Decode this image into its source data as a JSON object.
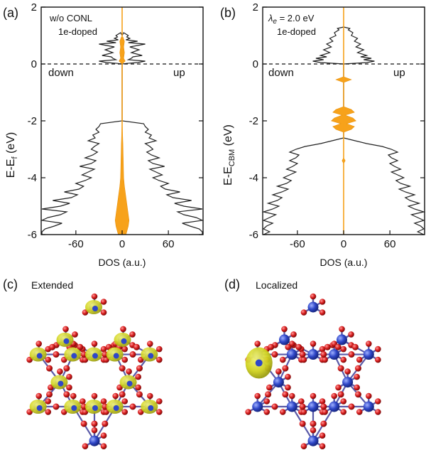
{
  "colors": {
    "total_line": "#222222",
    "orbital_fill": "#f7a21b",
    "orbital_line": "#e8900a",
    "si_atom": "#2f47c8",
    "o_atom": "#d91e1e",
    "isosurface": "#d4d628",
    "bond": "#5a5aa8"
  },
  "panels": {
    "a": {
      "label": "(a)",
      "note_line1": "w/o CONL",
      "note_line2": "1e-doped",
      "left_word": "down",
      "right_word": "up",
      "ylabel_main": "E-E",
      "ylabel_sub": "f",
      "ylabel_unit": " (eV)"
    },
    "b": {
      "label": "(b)",
      "note_symbol": "λ",
      "note_sub": "e",
      "note_rest": " = 2.0 eV",
      "note_line2": "1e-doped",
      "left_word": "down",
      "right_word": "up",
      "ylabel_main": "E-E",
      "ylabel_sub": "CBM",
      "ylabel_unit": " (eV)"
    },
    "c": {
      "label": "(c)",
      "title": "Extended"
    },
    "d": {
      "label": "(d)",
      "title": "Localized"
    }
  },
  "chart_data": [
    {
      "type": "area",
      "panel": "a",
      "xlabel": "DOS (a.u.)",
      "ylabel": "E-Ef (eV)",
      "xlim": [
        -105,
        105
      ],
      "ylim": [
        -6,
        2
      ],
      "xticks": [
        -60,
        0,
        60
      ],
      "yticks": [
        -6,
        -4,
        -2,
        0,
        2
      ],
      "fermi_line": 0,
      "series": [
        {
          "role": "total",
          "points": [
            [
              1.0,
              0
            ],
            [
              1.1,
              2
            ],
            [
              1.0,
              8
            ],
            [
              0.95,
              6
            ],
            [
              0.9,
              10
            ],
            [
              0.85,
              5
            ],
            [
              0.8,
              20
            ],
            [
              0.75,
              8
            ],
            [
              0.7,
              30
            ],
            [
              0.6,
              10
            ],
            [
              0.5,
              22
            ],
            [
              0.4,
              12
            ],
            [
              0.3,
              26
            ],
            [
              0.25,
              14
            ],
            [
              0.2,
              12
            ],
            [
              0.15,
              8
            ],
            [
              0.1,
              30
            ],
            [
              0.05,
              20
            ],
            [
              0.02,
              6
            ],
            [
              0.0,
              0
            ],
            [
              -2.0,
              0
            ],
            [
              -2.1,
              28
            ],
            [
              -2.2,
              30
            ],
            [
              -2.3,
              34
            ],
            [
              -2.4,
              30
            ],
            [
              -2.5,
              38
            ],
            [
              -2.6,
              35
            ],
            [
              -2.7,
              44
            ],
            [
              -2.8,
              30
            ],
            [
              -2.9,
              36
            ],
            [
              -3.0,
              40
            ],
            [
              -3.1,
              32
            ],
            [
              -3.2,
              38
            ],
            [
              -3.3,
              48
            ],
            [
              -3.4,
              34
            ],
            [
              -3.5,
              40
            ],
            [
              -3.6,
              55
            ],
            [
              -3.7,
              36
            ],
            [
              -3.8,
              44
            ],
            [
              -3.9,
              52
            ],
            [
              -4.0,
              40
            ],
            [
              -4.1,
              48
            ],
            [
              -4.2,
              60
            ],
            [
              -4.3,
              50
            ],
            [
              -4.4,
              56
            ],
            [
              -4.5,
              75
            ],
            [
              -4.6,
              58
            ],
            [
              -4.7,
              66
            ],
            [
              -4.8,
              90
            ],
            [
              -4.9,
              68
            ],
            [
              -5.0,
              80
            ],
            [
              -5.1,
              104
            ],
            [
              -5.2,
              72
            ],
            [
              -5.3,
              80
            ],
            [
              -5.4,
              96
            ],
            [
              -5.5,
              104
            ],
            [
              -5.6,
              78
            ],
            [
              -5.7,
              88
            ],
            [
              -5.8,
              100
            ],
            [
              -5.9,
              104
            ],
            [
              -6.0,
              104
            ]
          ]
        },
        {
          "role": "orbital",
          "points": [
            [
              0.95,
              1
            ],
            [
              0.8,
              3
            ],
            [
              0.6,
              2
            ],
            [
              0.4,
              3
            ],
            [
              0.2,
              2
            ],
            [
              0.1,
              4
            ],
            [
              0.0,
              0
            ],
            [
              -2.0,
              0
            ],
            [
              -2.8,
              1
            ],
            [
              -3.4,
              1.5
            ],
            [
              -4.0,
              2
            ],
            [
              -4.3,
              3
            ],
            [
              -4.5,
              4
            ],
            [
              -4.7,
              5
            ],
            [
              -4.9,
              6
            ],
            [
              -5.1,
              7
            ],
            [
              -5.3,
              8
            ],
            [
              -5.5,
              9
            ],
            [
              -5.7,
              8
            ],
            [
              -5.9,
              6
            ],
            [
              -6.0,
              5
            ]
          ]
        }
      ]
    },
    {
      "type": "area",
      "panel": "b",
      "xlabel": "DOS (a.u.)",
      "ylabel": "E-ECBM (eV)",
      "xlim": [
        -105,
        105
      ],
      "ylim": [
        -6,
        2
      ],
      "xticks": [
        -60,
        0,
        60
      ],
      "yticks": [
        -6,
        -4,
        -2,
        0,
        2
      ],
      "fermi_line": 0,
      "series": [
        {
          "role": "total",
          "points": [
            [
              1.3,
              0
            ],
            [
              1.25,
              8
            ],
            [
              1.2,
              6
            ],
            [
              1.1,
              12
            ],
            [
              1.0,
              10
            ],
            [
              0.9,
              18
            ],
            [
              0.8,
              14
            ],
            [
              0.7,
              22
            ],
            [
              0.6,
              16
            ],
            [
              0.5,
              26
            ],
            [
              0.4,
              18
            ],
            [
              0.3,
              30
            ],
            [
              0.25,
              22
            ],
            [
              0.2,
              36
            ],
            [
              0.15,
              26
            ],
            [
              0.1,
              40
            ],
            [
              0.05,
              30
            ],
            [
              0.0,
              0
            ],
            [
              -2.6,
              0
            ],
            [
              -2.7,
              15
            ],
            [
              -2.8,
              30
            ],
            [
              -2.9,
              50
            ],
            [
              -3.0,
              62
            ],
            [
              -3.1,
              70
            ],
            [
              -3.2,
              58
            ],
            [
              -3.3,
              62
            ],
            [
              -3.4,
              70
            ],
            [
              -3.5,
              60
            ],
            [
              -3.6,
              66
            ],
            [
              -3.7,
              74
            ],
            [
              -3.8,
              62
            ],
            [
              -3.9,
              70
            ],
            [
              -4.0,
              78
            ],
            [
              -4.1,
              68
            ],
            [
              -4.2,
              74
            ],
            [
              -4.3,
              86
            ],
            [
              -4.4,
              72
            ],
            [
              -4.5,
              80
            ],
            [
              -4.6,
              92
            ],
            [
              -4.7,
              80
            ],
            [
              -4.8,
              86
            ],
            [
              -4.9,
              98
            ],
            [
              -5.0,
              84
            ],
            [
              -5.1,
              92
            ],
            [
              -5.2,
              104
            ],
            [
              -5.3,
              88
            ],
            [
              -5.4,
              96
            ],
            [
              -5.5,
              104
            ],
            [
              -5.6,
              92
            ],
            [
              -5.7,
              100
            ],
            [
              -5.8,
              104
            ],
            [
              -5.9,
              96
            ],
            [
              -6.0,
              104
            ]
          ]
        },
        {
          "role": "orbital",
          "points": [
            [
              -0.45,
              0
            ],
            [
              -0.55,
              10
            ],
            [
              -0.65,
              0
            ],
            [
              -1.5,
              0
            ],
            [
              -1.6,
              10
            ],
            [
              -1.7,
              14
            ],
            [
              -1.8,
              2
            ],
            [
              -1.9,
              12
            ],
            [
              -2.0,
              16
            ],
            [
              -2.1,
              4
            ],
            [
              -2.2,
              14
            ],
            [
              -2.3,
              10
            ],
            [
              -2.4,
              0
            ],
            [
              -3.3,
              0
            ],
            [
              -3.4,
              2
            ],
            [
              -3.5,
              0
            ]
          ]
        }
      ]
    }
  ]
}
